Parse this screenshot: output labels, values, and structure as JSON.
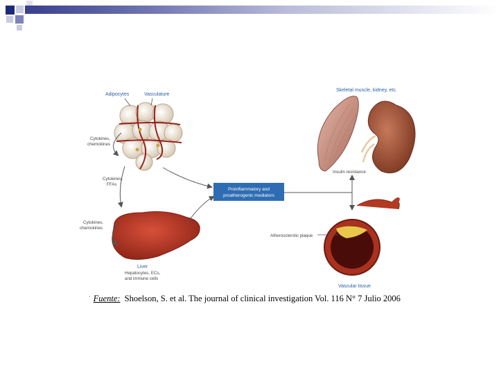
{
  "diagram": {
    "adipocytes_label": "Adipocytes",
    "vasculature_label": "Vasculature",
    "cytokines_chemokines_1": [
      "Cytokines,",
      "chemokines"
    ],
    "cytokines_ffas": [
      "Cytokines,",
      "FFAs"
    ],
    "cytokines_chemokines_2": [
      "Cytokines,",
      "chemokines"
    ],
    "skeletal_label": "Skeletal muscle, kidney, etc.",
    "insulin_resistance_label": "Insulin resistance",
    "mediators_box": [
      "Proinflammatory and",
      "proatherogenic mediators"
    ],
    "atherosclerotic_label": "Atherosclerotic plaque",
    "liver_label": [
      "Liver",
      "Hepatocytes, ECs,",
      "and immune cells"
    ],
    "vascular_tissue_label": "Vascular tissue",
    "colors": {
      "box": "#2e6db3",
      "liver": "#b02d1e",
      "muscle": "#c98a7e",
      "kidney": "#a8553a",
      "plaque": "#e8c74a",
      "label_blue": "#2a5fa0"
    }
  },
  "citation": {
    "bullet": "·",
    "source_label": "Fuente:",
    "text": "Shoelson, S. et al. The journal of clinical investigation Vol. 116 N° 7 Julio 2006"
  }
}
